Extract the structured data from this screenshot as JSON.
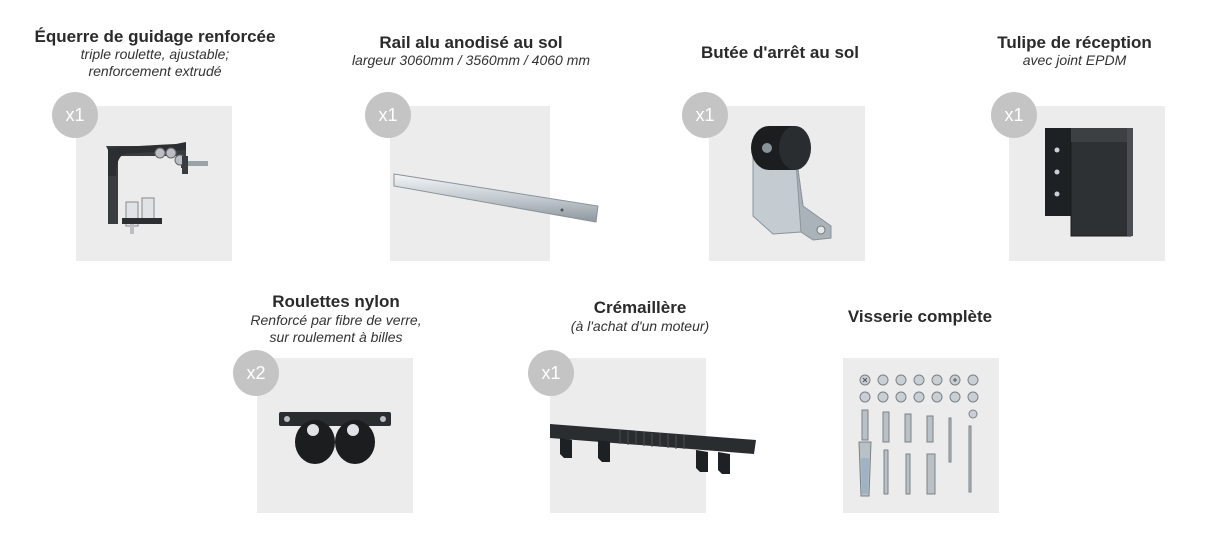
{
  "products": [
    {
      "title": "Équerre de guidage renforcée",
      "subtitle_lines": [
        "triple roulette, ajustable;",
        "renforcement extrudé"
      ],
      "quantity": "x1",
      "icon": "guide-bracket-icon"
    },
    {
      "title": "Rail alu anodisé au sol",
      "subtitle_lines": [
        "largeur 3060mm / 3560mm / 4060 mm"
      ],
      "quantity": "x1",
      "icon": "aluminium-rail-icon"
    },
    {
      "title": "Butée d'arrêt au sol",
      "subtitle_lines": [],
      "quantity": "x1",
      "icon": "floor-stop-icon"
    },
    {
      "title": "Tulipe de réception",
      "subtitle_lines": [
        "avec joint EPDM"
      ],
      "quantity": "x1",
      "icon": "receiving-post-icon"
    },
    {
      "title": "Roulettes nylon",
      "subtitle_lines": [
        "Renforcé par fibre de verre,",
        "sur roulement à billes"
      ],
      "quantity": "x2",
      "icon": "nylon-roller-icon"
    },
    {
      "title": "Crémaillère",
      "subtitle_lines": [
        "(à l'achat d'un moteur)"
      ],
      "quantity": "x1",
      "icon": "gear-rack-icon"
    },
    {
      "title": "Visserie complète",
      "subtitle_lines": [],
      "quantity": "",
      "icon": "screws-kit-icon"
    }
  ],
  "colors": {
    "box_background": "#ececec",
    "badge_background": "#c4c4c4",
    "badge_text": "#ffffff",
    "dark_metal": "#3a3d40",
    "aluminium": "#c9cfd4"
  }
}
